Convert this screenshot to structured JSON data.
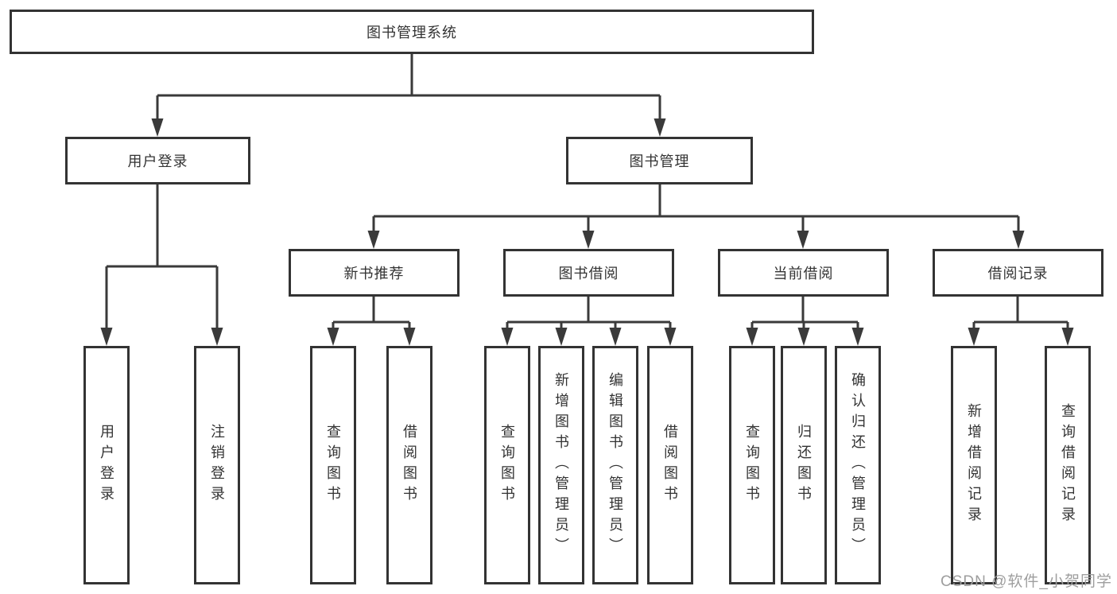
{
  "diagram": {
    "root": {
      "label": "图书管理系统"
    },
    "branches": [
      {
        "label": "用户登录",
        "children": [
          {
            "label": "用户登录"
          },
          {
            "label": "注销登录"
          }
        ]
      },
      {
        "label": "图书管理",
        "children": [
          {
            "label": "新书推荐",
            "children": [
              {
                "label": "查询图书"
              },
              {
                "label": "借阅图书"
              }
            ]
          },
          {
            "label": "图书借阅",
            "children": [
              {
                "label": "查询图书"
              },
              {
                "label": "新增图书（管理员）"
              },
              {
                "label": "编辑图书（管理员）"
              },
              {
                "label": "借阅图书"
              }
            ]
          },
          {
            "label": "当前借阅",
            "children": [
              {
                "label": "查询图书"
              },
              {
                "label": "归还图书"
              },
              {
                "label": "确认归还（管理员）"
              }
            ]
          },
          {
            "label": "借阅记录",
            "children": [
              {
                "label": "新增借阅记录"
              },
              {
                "label": "查询借阅记录"
              }
            ]
          }
        ]
      }
    ]
  },
  "watermark": {
    "text": "CSDN @软件_小贺同学"
  },
  "colors": {
    "line": "#3a3a3a",
    "text": "#333333",
    "watermark_gray": "#9e9e9e",
    "background": "#ffffff"
  }
}
